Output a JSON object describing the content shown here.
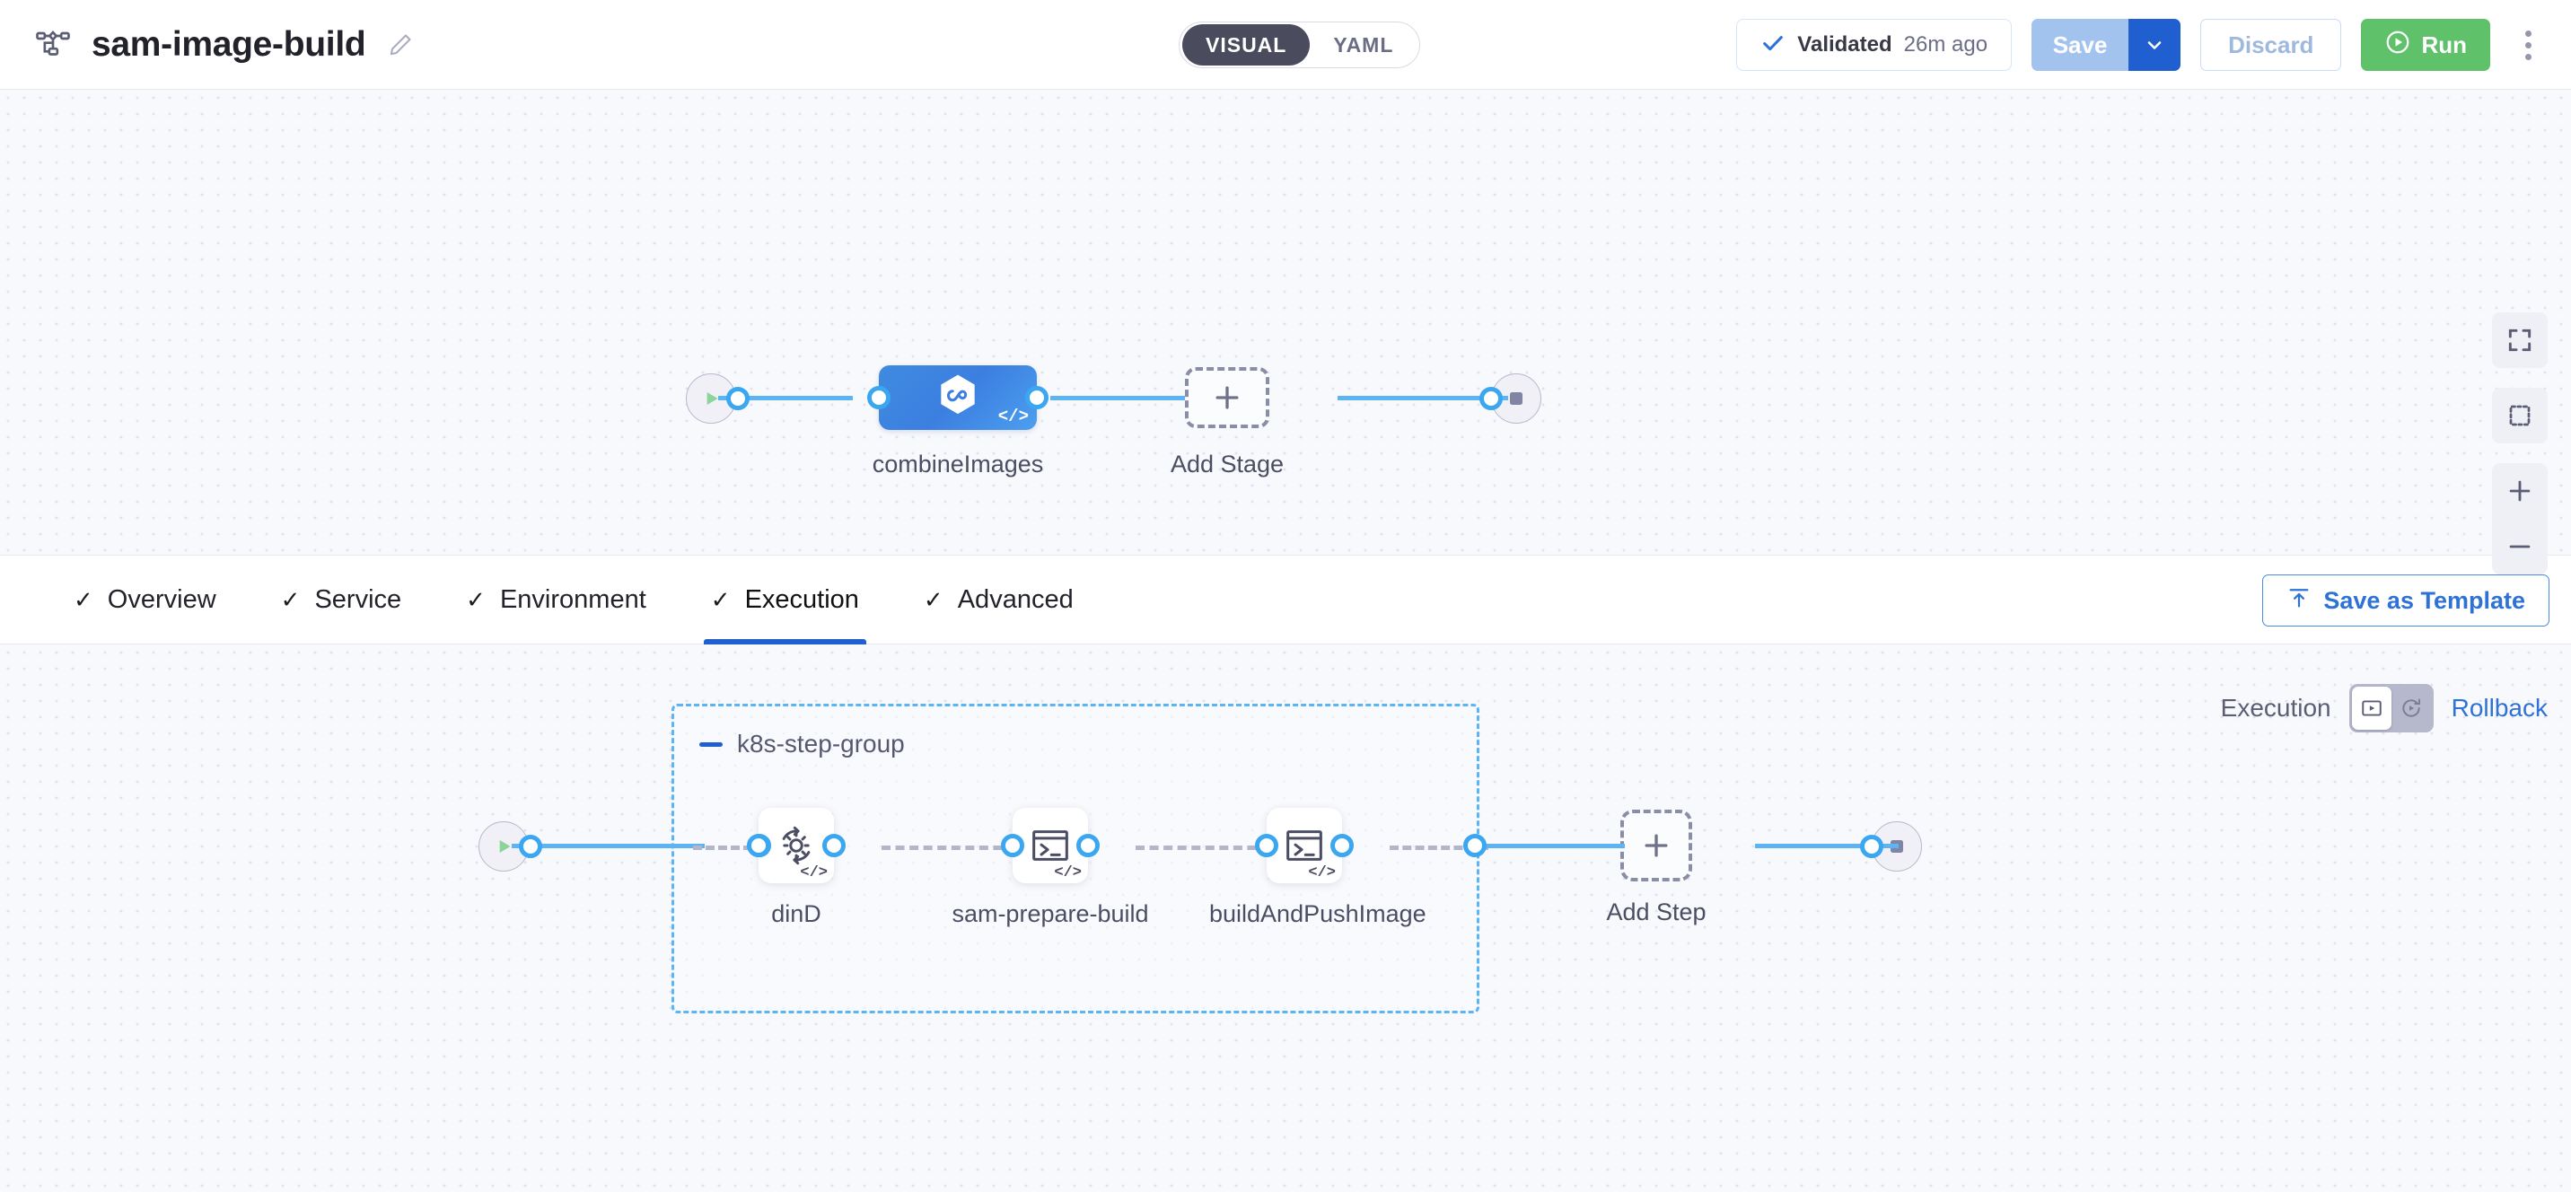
{
  "header": {
    "pipeline_icon": "pipeline-flow-icon",
    "title": "sam-image-build",
    "edit_icon": "pencil-icon",
    "view_toggle": {
      "visual_label": "VISUAL",
      "yaml_label": "YAML",
      "active": "VISUAL"
    },
    "validated": {
      "check_icon": "check-icon",
      "label": "Validated",
      "time": "26m ago"
    },
    "save_label": "Save",
    "save_caret_icon": "chevron-down-icon",
    "discard_label": "Discard",
    "run_label": "Run",
    "run_icon": "play-circle-icon",
    "more_icon": "kebab-menu-icon"
  },
  "stage_canvas": {
    "start_node": {
      "icon": "play-icon"
    },
    "end_node": {
      "icon": "stop-icon"
    },
    "stages": [
      {
        "label": "combineImages",
        "icon": "harness-infinity-hexagon-icon",
        "code_badge": "</>"
      }
    ],
    "add_stage": {
      "label": "Add Stage",
      "icon": "plus-icon"
    }
  },
  "tabbar": {
    "tabs": [
      {
        "label": "Overview",
        "check": "✓",
        "active": false
      },
      {
        "label": "Service",
        "check": "✓",
        "active": false
      },
      {
        "label": "Environment",
        "check": "✓",
        "active": false
      },
      {
        "label": "Execution",
        "check": "✓",
        "active": true
      },
      {
        "label": "Advanced",
        "check": "✓",
        "active": false
      }
    ],
    "save_as_template": {
      "label": "Save as Template",
      "icon": "template-upload-icon"
    }
  },
  "exec_rollback": {
    "execution_label": "Execution",
    "rollback_label": "Rollback",
    "execution_icon": "execution-icon",
    "rollback_icon": "rollback-icon",
    "active": "Execution"
  },
  "step_canvas": {
    "start_node": {
      "icon": "play-icon"
    },
    "end_node": {
      "icon": "stop-icon"
    },
    "group": {
      "title": "k8s-step-group",
      "collapse_icon": "minus-icon"
    },
    "steps": [
      {
        "label": "dinD",
        "icon": "gear-refresh-icon",
        "code_badge": "</>"
      },
      {
        "label": "sam-prepare-build",
        "icon": "terminal-icon",
        "code_badge": "</>"
      },
      {
        "label": "buildAndPushImage",
        "icon": "terminal-icon",
        "code_badge": "</>"
      }
    ],
    "add_step": {
      "label": "Add Step",
      "icon": "plus-icon"
    }
  },
  "canvas_controls": [
    {
      "name": "fit-to-screen",
      "icon": "expand-icon"
    },
    {
      "name": "select-area",
      "icon": "dashed-square-icon"
    },
    {
      "name": "zoom-in",
      "icon": "plus-icon"
    },
    {
      "name": "zoom-out",
      "icon": "minus-icon"
    }
  ],
  "colors": {
    "accent_blue": "#1f5fd0",
    "connector_blue": "#5cb4f2",
    "run_green": "#5fc26a",
    "stage_blue": "#3c7fe0",
    "canvas_bg": "#f8f9fc"
  }
}
